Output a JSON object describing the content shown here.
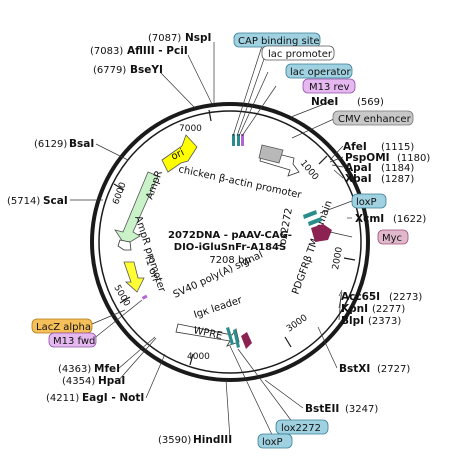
{
  "plasmid": {
    "name_line1": "2072DNA - pAAV-CAG-",
    "name_line2": "DIO-iGluSnFr-A184S",
    "size": "7208 bp"
  },
  "ticks": [
    {
      "label": "1000"
    },
    {
      "label": "2000"
    },
    {
      "label": "3000"
    },
    {
      "label": "4000"
    },
    {
      "label": "5000"
    },
    {
      "label": "6000"
    },
    {
      "label": "7000"
    }
  ],
  "sites": [
    {
      "pos": "(7087)",
      "name": "NspI",
      "side": "left"
    },
    {
      "pos": "(7083)",
      "name": "AflIII - PciI",
      "side": "left"
    },
    {
      "pos": "(6779)",
      "name": "BseYI",
      "side": "left"
    },
    {
      "pos": "(6129)",
      "name": "BsaI",
      "side": "left"
    },
    {
      "pos": "(5714)",
      "name": "ScaI",
      "side": "left"
    },
    {
      "pos": "(569)",
      "name": "NdeI",
      "side": "right"
    },
    {
      "pos": "(1115)",
      "name": "AfeI",
      "side": "right"
    },
    {
      "pos": "(1180)",
      "name": "PspOMI",
      "side": "right"
    },
    {
      "pos": "(1184)",
      "name": "ApaI",
      "side": "right"
    },
    {
      "pos": "(1287)",
      "name": "XbaI",
      "side": "right"
    },
    {
      "pos": "(1622)",
      "name": "XcmI",
      "side": "right"
    },
    {
      "pos": "(2273)",
      "name": "Acc65I",
      "side": "right"
    },
    {
      "pos": "(2277)",
      "name": "KpnI",
      "side": "right"
    },
    {
      "pos": "(2373)",
      "name": "BlpI",
      "side": "right"
    },
    {
      "pos": "(2727)",
      "name": "BstXI",
      "side": "right"
    },
    {
      "pos": "(3247)",
      "name": "BstEII",
      "side": "right"
    },
    {
      "pos": "(4363)",
      "name": "MfeI",
      "side": "left"
    },
    {
      "pos": "(4354)",
      "name": "HpaI",
      "side": "left"
    },
    {
      "pos": "(4211)",
      "name": "EagI - NotI",
      "side": "left"
    },
    {
      "pos": "(3590)",
      "name": "HindIII",
      "side": "left"
    }
  ],
  "boxed_labels": [
    {
      "text": "CAP binding site",
      "color": "#9fd1e0"
    },
    {
      "text": "lac promoter",
      "color": "#ffffff"
    },
    {
      "text": "lac operator",
      "color": "#9fd1e0"
    },
    {
      "text": "M13 rev",
      "color": "#e6b8f0"
    },
    {
      "text": "CMV enhancer",
      "color": "#c8c8c8"
    },
    {
      "text": "loxP",
      "color": "#9fd1e0"
    },
    {
      "text": "Myc",
      "color": "#e0b8cc"
    },
    {
      "text": "lox2272",
      "color": "#9fd1e0"
    },
    {
      "text": "loxP",
      "color": "#9fd1e0"
    },
    {
      "text": "LacZ alpha",
      "color": "#f5c05a"
    },
    {
      "text": "M13 fwd",
      "color": "#e6b8f0"
    }
  ],
  "features": {
    "ori": "ori",
    "chicken_actin": "chicken β-actin promoter",
    "ampr": "AmpR",
    "ampr_promoter": "AmpR promoter",
    "f1_ori": "f1 ori",
    "lox2272": "lox2272",
    "pdgfrb": "PDGFRβ TM domain",
    "sv40": "SV40 poly(A) signal",
    "igk": "Igκ leader",
    "wpre": "WPRE"
  },
  "colors": {
    "backbone": "#1a1a1a",
    "ori": "#ffff00",
    "ampr": "#c9f2c9",
    "promoter": "#ffffff",
    "f1ori": "#ffff33",
    "cmv": "#b8b8b8",
    "lox": "#2a8c8c",
    "tag": "#8b2252"
  }
}
